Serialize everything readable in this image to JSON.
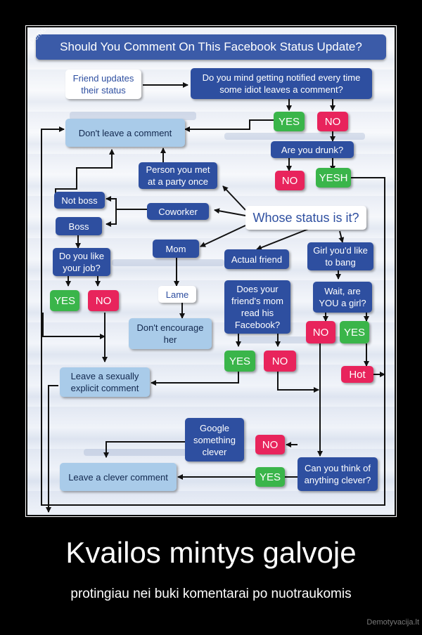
{
  "flowchart": {
    "title": "Should You Comment On This Facebook Status Update?",
    "watermark": "Demotyvacija.lt",
    "nodes": {
      "friend_updates": "Friend updates their status",
      "mind_notified": "Do you mind getting notified every time some idiot leaves a comment?",
      "yes1": "YES",
      "no1": "NO",
      "dont_leave": "Don't leave a comment",
      "are_you_drunk": "Are you drunk?",
      "person_party": "Person you met at a party once",
      "no2": "NO",
      "yesh": "YESH",
      "not_boss": "Not boss",
      "boss": "Boss",
      "coworker": "Coworker",
      "whose_status": "Whose status is it?",
      "mom": "Mom",
      "actual_friend": "Actual friend",
      "girl_bang": "Girl you'd like to bang",
      "like_job": "Do you like your job?",
      "lame": "Lame",
      "friends_mom": "Does your friend's mom read his Facebook?",
      "wait_girl": "Wait, are YOU a girl?",
      "yes_job": "YES",
      "no_job": "NO",
      "dont_encourage": "Don't encourage her",
      "no_girl": "NO",
      "yes_girl": "YES",
      "yes_mom": "YES",
      "no_mom": "NO",
      "hot": "Hot",
      "sexually_explicit": "Leave a sexually explicit comment",
      "google": "Google something clever",
      "no_clever": "NO",
      "yes_clever": "YES",
      "clever_comment": "Leave a clever comment",
      "think_clever": "Can you think of anything clever?"
    }
  },
  "caption": {
    "title": "Kvailos mintys galvoje",
    "subtitle": "protingiau nei buki komentarai po nuotraukomis",
    "site": "Demotyvacija.lt"
  }
}
